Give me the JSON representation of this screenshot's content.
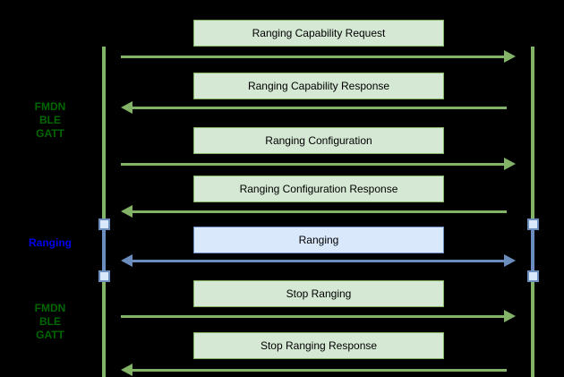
{
  "colors": {
    "background": "#000000",
    "green_fill": "#d5e8d4",
    "green_stroke": "#82b366",
    "blue_fill": "#dae8fc",
    "blue_stroke": "#6c8ebf",
    "label_green": "#006600",
    "label_blue": "#0000ee",
    "box_text": "#000000"
  },
  "left_labels": [
    {
      "lines": [
        "FMDN",
        "BLE",
        "GATT"
      ],
      "style": "green"
    },
    {
      "lines": [
        "Ranging"
      ],
      "style": "blue"
    },
    {
      "lines": [
        "FMDN",
        "BLE",
        "GATT"
      ],
      "style": "green"
    }
  ],
  "messages": [
    {
      "label": "Ranging Capability Request",
      "direction": "right",
      "style": "green"
    },
    {
      "label": "Ranging Capability Response",
      "direction": "left",
      "style": "green"
    },
    {
      "label": "Ranging Configuration",
      "direction": "right",
      "style": "green"
    },
    {
      "label": "Ranging Configuration Response",
      "direction": "left",
      "style": "green"
    },
    {
      "label": "Ranging",
      "direction": "both",
      "style": "blue"
    },
    {
      "label": "Stop Ranging",
      "direction": "right",
      "style": "green"
    },
    {
      "label": "Stop Ranging Response",
      "direction": "left",
      "style": "green"
    }
  ]
}
